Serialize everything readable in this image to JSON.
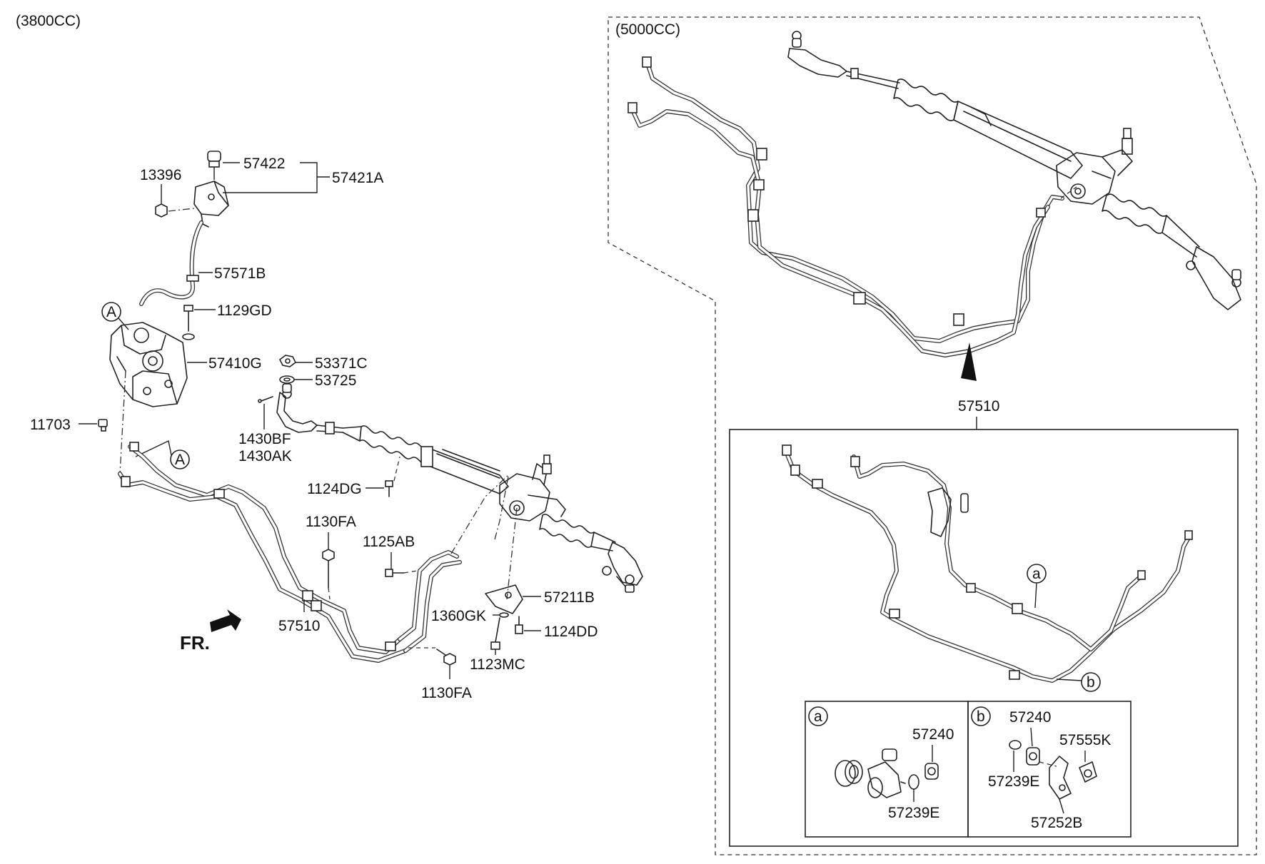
{
  "variants": {
    "left": "(3800CC)",
    "right": "(5000CC)"
  },
  "parts": {
    "p57422": "57422",
    "p57421A": "57421A",
    "p13396": "13396",
    "p57571B": "57571B",
    "p1129GD": "1129GD",
    "p57410G": "57410G",
    "p53371C": "53371C",
    "p53725": "53725",
    "p11703": "11703",
    "p1430BF": "1430BF",
    "p1430AK": "1430AK",
    "p1124DG": "1124DG",
    "p1130FA_top": "1130FA",
    "p1125AB": "1125AB",
    "p57211B": "57211B",
    "p1360GK": "1360GK",
    "p1124DD": "1124DD",
    "p57510_left": "57510",
    "p1123MC": "1123MC",
    "p1130FA_bottom": "1130FA",
    "p57510_right": "57510",
    "a_57240": "57240",
    "a_57239E": "57239E",
    "b_57240": "57240",
    "b_57555K": "57555K",
    "b_57239E": "57239E",
    "b_57252B": "57252B"
  },
  "markers": {
    "A": "A",
    "a": "a",
    "b": "b"
  },
  "fr_label": "FR."
}
